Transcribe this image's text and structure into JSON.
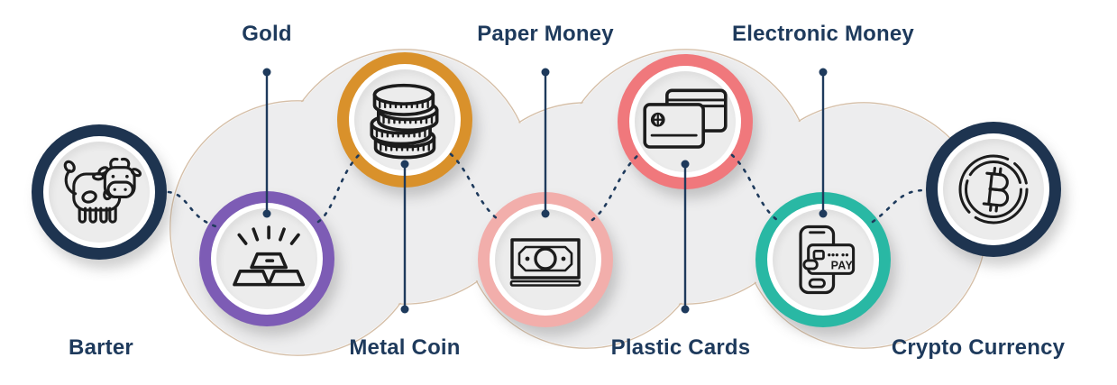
{
  "diagram": {
    "stages": [
      {
        "label": "Barter",
        "icon": "cow-icon",
        "ring_color": "#1e3450",
        "label_position": "bottom",
        "node_position": "middle",
        "connector_line": false
      },
      {
        "label": "Gold",
        "icon": "gold-bars-icon",
        "ring_color": "#7d5cb5",
        "label_position": "top",
        "node_position": "low",
        "connector_line": true
      },
      {
        "label": "Metal Coin",
        "icon": "coin-stack-icon",
        "ring_color": "#d9912b",
        "label_position": "bottom",
        "node_position": "high",
        "connector_line": true
      },
      {
        "label": "Paper Money",
        "icon": "banknote-icon",
        "ring_color": "#f2aeab",
        "label_position": "top",
        "node_position": "low",
        "connector_line": true
      },
      {
        "label": "Plastic Cards",
        "icon": "credit-cards-icon",
        "ring_color": "#f0787c",
        "label_position": "bottom",
        "node_position": "high",
        "connector_line": true
      },
      {
        "label": "Electronic Money",
        "icon": "mobile-pay-icon",
        "ring_color": "#29b8a4",
        "label_position": "top",
        "node_position": "low",
        "connector_line": true,
        "icon_text": "PAY"
      },
      {
        "label": "Crypto Currency",
        "icon": "bitcoin-icon",
        "ring_color": "#1e3450",
        "label_position": "bottom",
        "node_position": "middle",
        "connector_line": false
      }
    ],
    "colors": {
      "background": "#ffffff",
      "blob_gray": "#ededee",
      "blob_outline_tan": "#d5bfa8",
      "inner_circle_gray": "#ececec",
      "inner_ring_white": "#ffffff",
      "text_navy": "#1e3a5c",
      "connector_navy": "#1e3a5c",
      "icon_stroke": "#1c1c1c"
    }
  }
}
